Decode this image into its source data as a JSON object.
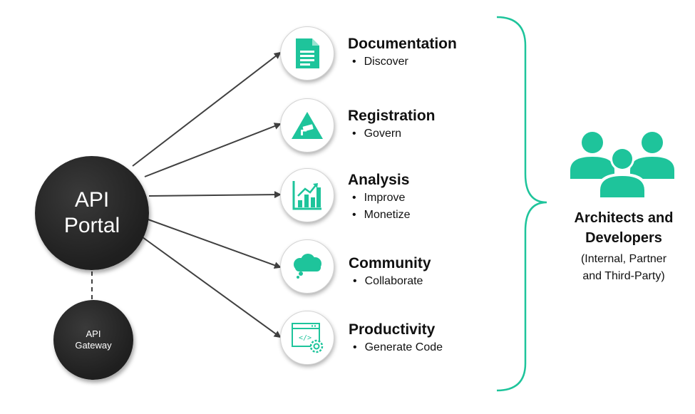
{
  "portal": {
    "line1": "API",
    "line2": "Portal"
  },
  "gateway": {
    "line1": "API",
    "line2": "Gateway"
  },
  "capabilities": [
    {
      "title": "Documentation",
      "bullets": [
        "Discover"
      ],
      "icon": "document-icon"
    },
    {
      "title": "Registration",
      "bullets": [
        "Govern"
      ],
      "icon": "security-camera-icon"
    },
    {
      "title": "Analysis",
      "bullets": [
        "Improve",
        "Monetize"
      ],
      "icon": "bar-chart-icon"
    },
    {
      "title": "Community",
      "bullets": [
        "Collaborate"
      ],
      "icon": "cloud-icon"
    },
    {
      "title": "Productivity",
      "bullets": [
        "Generate Code"
      ],
      "icon": "code-window-gear-icon"
    }
  ],
  "audience": {
    "title_line1": "Architects and",
    "title_line2": "Developers",
    "sub_line1": "(Internal, Partner",
    "sub_line2": "and Third-Party)",
    "icon": "people-group-icon"
  },
  "colors": {
    "accent": "#1ec49b",
    "dark": "#262626",
    "arrow": "#404040"
  }
}
